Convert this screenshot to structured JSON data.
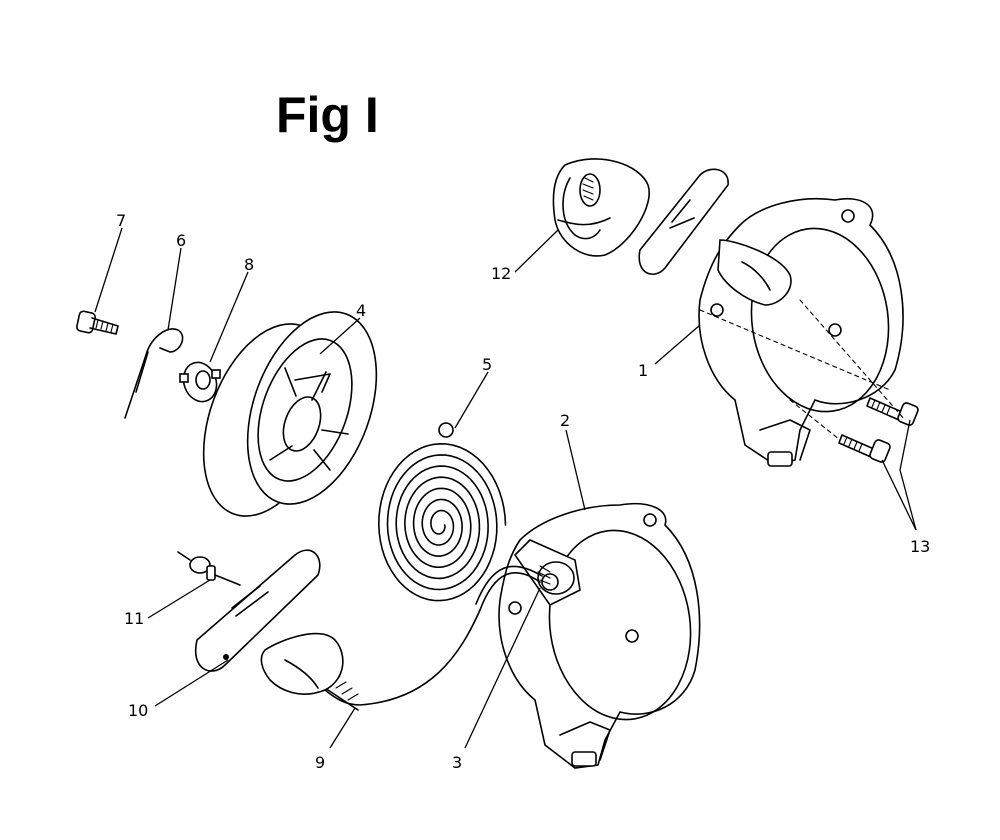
{
  "figure_title": "Fig I",
  "callouts": {
    "c1": "1",
    "c2": "2",
    "c3": "3",
    "c4": "4",
    "c5": "5",
    "c6": "6",
    "c7": "7",
    "c8": "8",
    "c9": "9",
    "c10": "10",
    "c11": "11",
    "c12": "12",
    "c13": "13"
  }
}
